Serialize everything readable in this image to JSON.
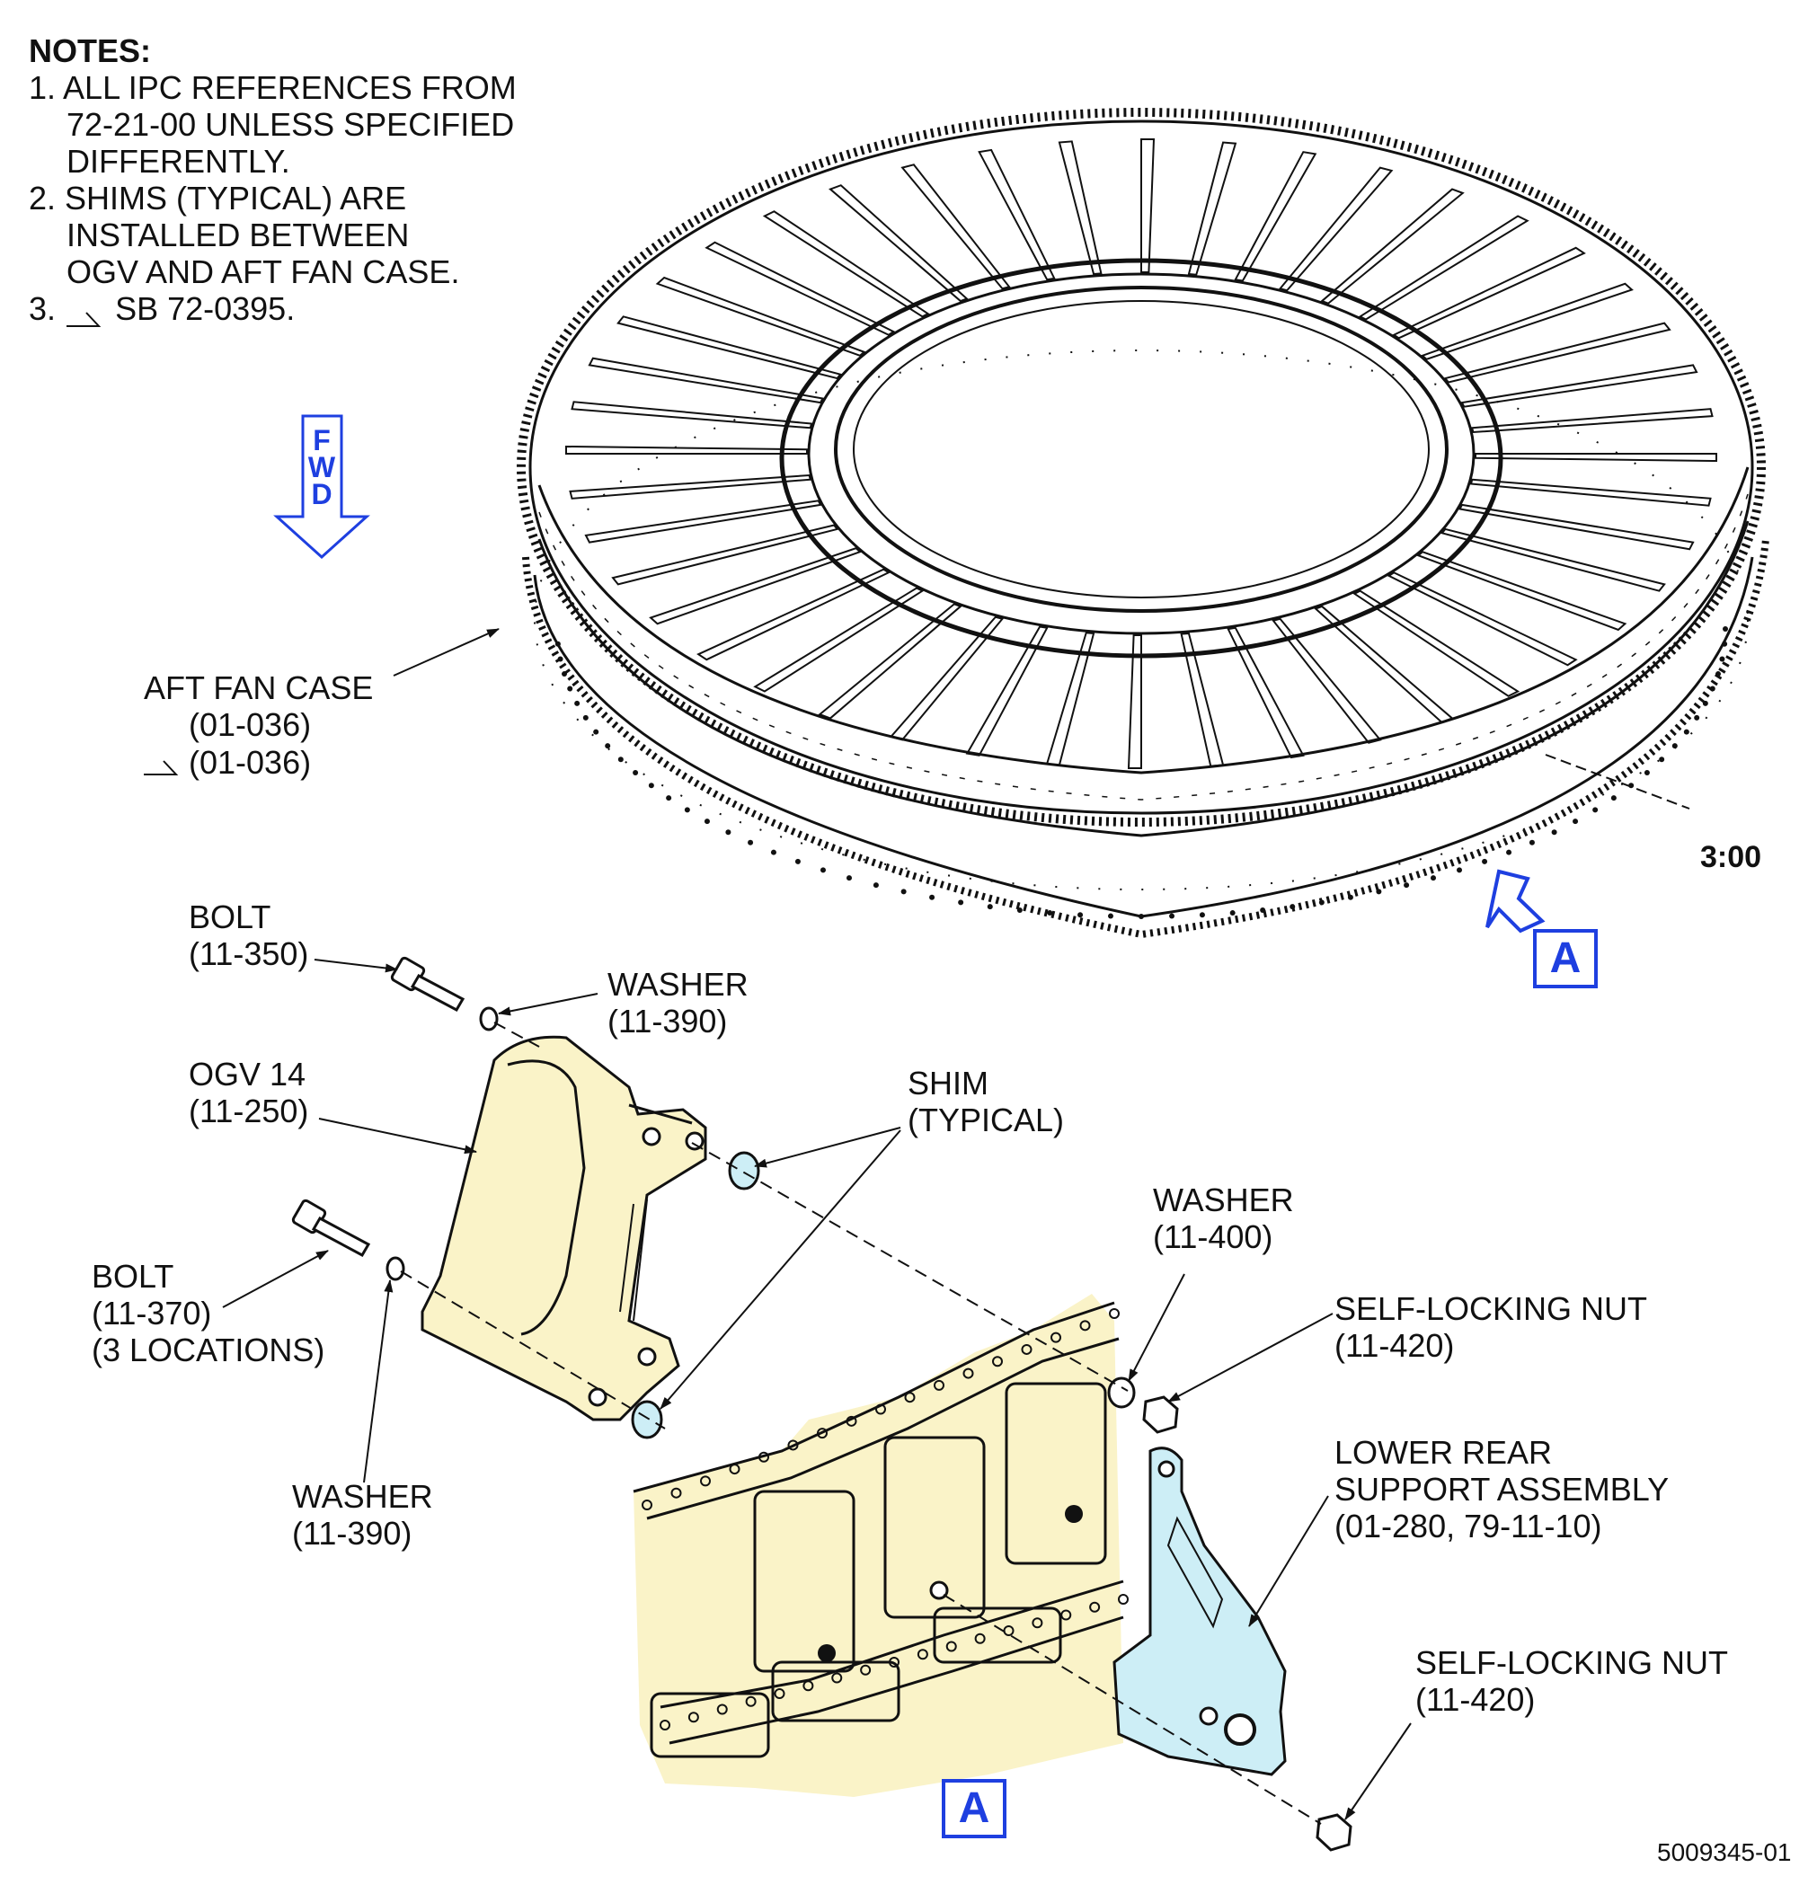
{
  "notes": {
    "heading": "NOTES:",
    "line1": "1. ALL IPC REFERENCES FROM",
    "line1b": "72-21-00 UNLESS SPECIFIED",
    "line1c": "DIFFERENTLY.",
    "line2": "2. SHIMS (TYPICAL) ARE",
    "line2b": "INSTALLED BETWEEN",
    "line2c": "OGV AND AFT FAN CASE.",
    "line3_num": "3.",
    "line3_text": "SB 72-0395."
  },
  "fwd_arrow": {
    "letters": [
      "F",
      "W",
      "D"
    ]
  },
  "labels": {
    "aft_fan_case": "AFT FAN CASE",
    "aft_fan_case_ref": "(01-036)",
    "aft_fan_case_ref_sb": "(01-036)",
    "bolt_a": "BOLT",
    "bolt_a_ref": "(11-350)",
    "washer_a": "WASHER",
    "washer_a_ref": "(11-390)",
    "ogv": "OGV 14",
    "ogv_ref": "(11-250)",
    "shim": "SHIM",
    "shim_ref": "(TYPICAL)",
    "bolt_b": "BOLT",
    "bolt_b_ref": "(11-370)",
    "bolt_b_qty": "(3 LOCATIONS)",
    "washer_b": "WASHER",
    "washer_b_ref": "(11-390)",
    "washer_c": "WASHER",
    "washer_c_ref": "(11-400)",
    "nut_a": "SELF-LOCKING NUT",
    "nut_a_ref": "(11-420)",
    "support": "LOWER REAR",
    "support_b": "SUPPORT ASSEMBLY",
    "support_ref": "(01-280, 79-11-10)",
    "nut_b": "SELF-LOCKING NUT",
    "nut_b_ref": "(11-420)"
  },
  "clock_position": "3:00",
  "view_ref_upper": "A",
  "view_ref_lower": "A",
  "drawing_number": "5009345-01",
  "colors": {
    "accent_blue": "#1e3fe0",
    "ogv_fill": "#faf3c8",
    "case_fill": "#faf3c8",
    "shim_fill": "#cdeef6",
    "support_fill": "#cdeef6"
  }
}
